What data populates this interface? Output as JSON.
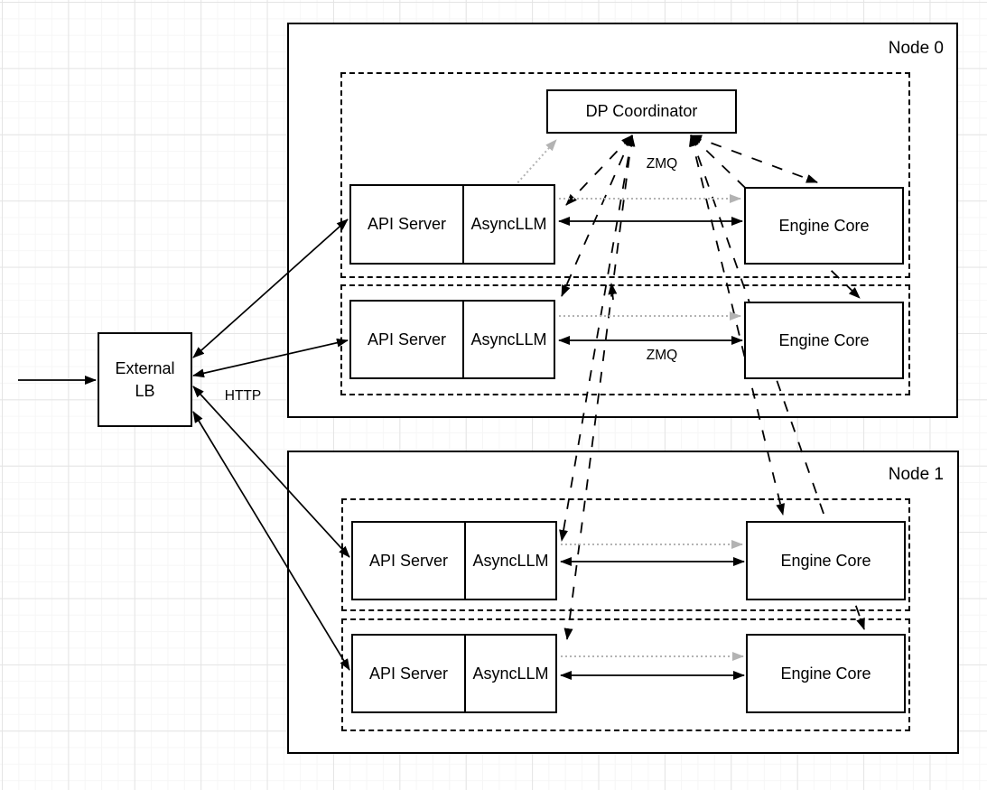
{
  "external_lb": {
    "line1": "External",
    "line2": "LB"
  },
  "labels": {
    "http": "HTTP",
    "zmq_coordinator": "ZMQ",
    "zmq_engine": "ZMQ"
  },
  "dp_coordinator": {
    "label": "DP Coordinator"
  },
  "nodes": [
    {
      "label": "Node 0",
      "rows": [
        {
          "api": "API Server",
          "async": "AsyncLLM",
          "engine": "Engine Core"
        },
        {
          "api": "API Server",
          "async": "AsyncLLM",
          "engine": "Engine Core"
        }
      ]
    },
    {
      "label": "Node 1",
      "rows": [
        {
          "api": "API Server",
          "async": "AsyncLLM",
          "engine": "Engine Core"
        },
        {
          "api": "API Server",
          "async": "AsyncLLM",
          "engine": "Engine Core"
        }
      ]
    }
  ],
  "colors": {
    "stroke": "#000000",
    "dotted_link": "#b3b3b3",
    "box_fill": "#ffffff"
  }
}
